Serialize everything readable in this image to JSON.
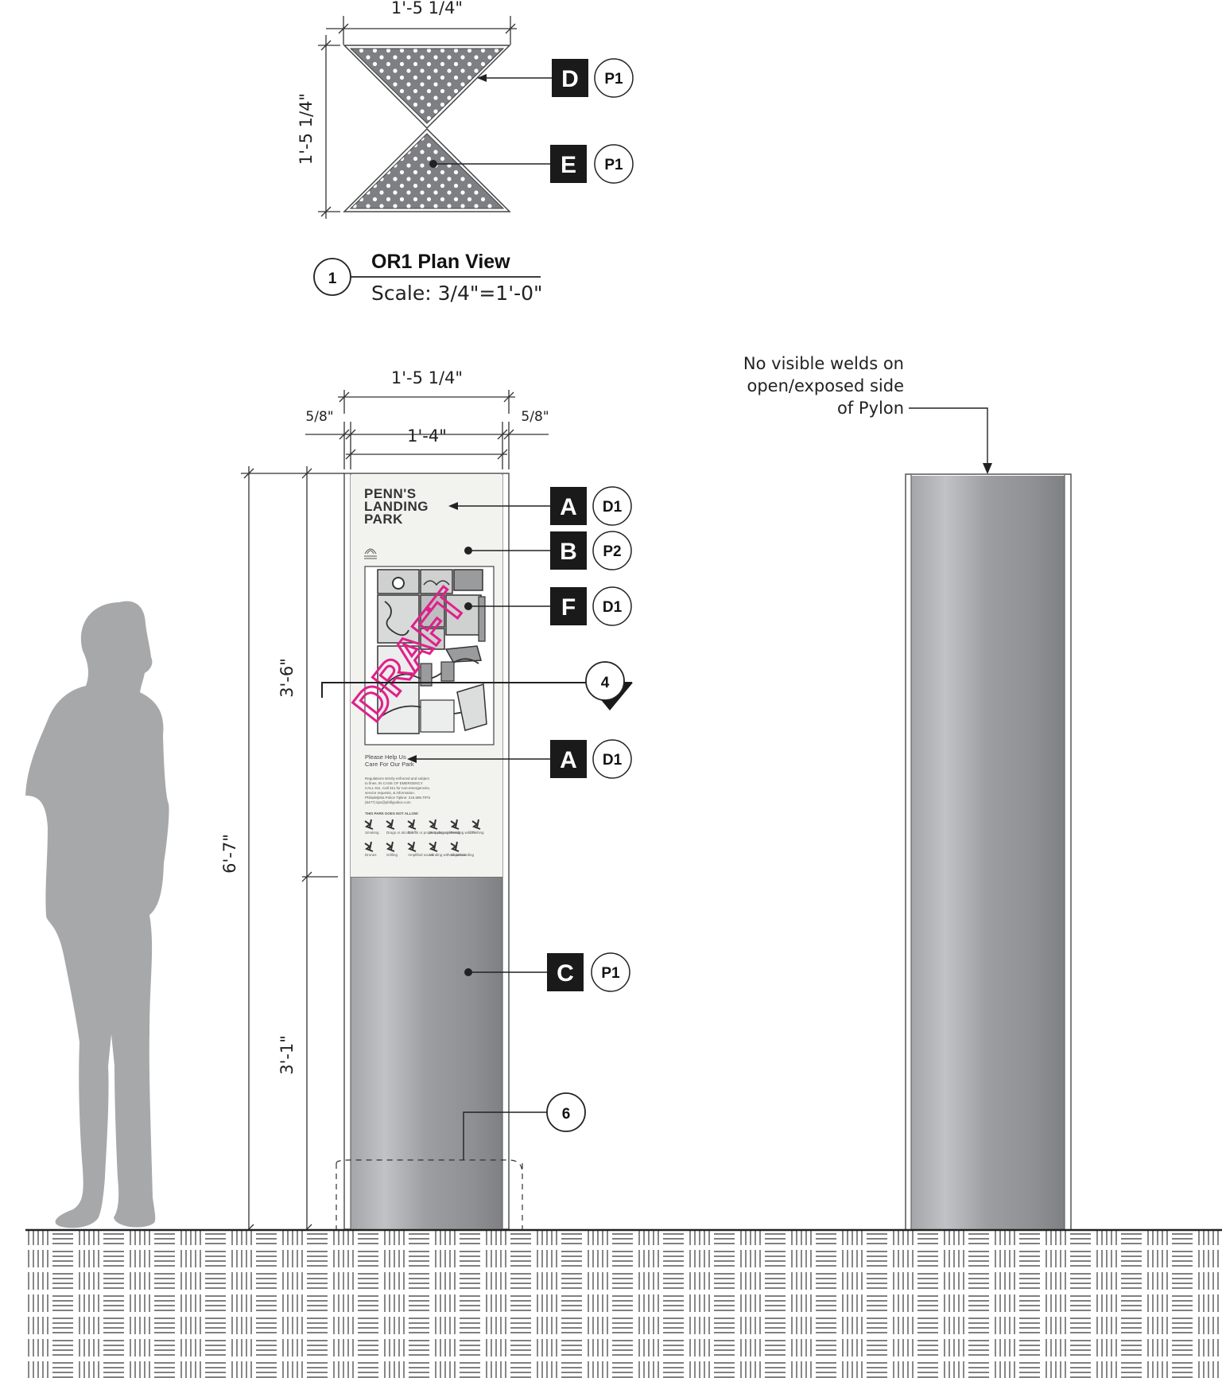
{
  "plan_view": {
    "dim_width": "1'-5 1/4\"",
    "dim_height": "1'-5 1/4\"",
    "callouts": [
      {
        "tag": "D",
        "circle": "P1"
      },
      {
        "tag": "E",
        "circle": "P1"
      }
    ],
    "title_number": "1",
    "title": "OR1 Plan View",
    "scale": "Scale: 3/4\"=1'-0\""
  },
  "elevation": {
    "dim_overall_width": "1'-5 1/4\"",
    "dim_inner_width": "1'-4\"",
    "dim_left_reveal": "5/8\"",
    "dim_right_reveal": "5/8\"",
    "dim_total_height": "6'-7\"",
    "dim_panel_height": "3'-6\"",
    "dim_base_height": "3'-1\"",
    "section_marker": "4",
    "detail_marker": "6",
    "callouts": [
      {
        "tag": "A",
        "circle": "D1"
      },
      {
        "tag": "B",
        "circle": "P2"
      },
      {
        "tag": "F",
        "circle": "D1"
      },
      {
        "tag": "A",
        "circle": "D1"
      },
      {
        "tag": "C",
        "circle": "P1"
      }
    ],
    "draft_stamp": "DRAFT"
  },
  "sign_panel": {
    "heading_lines": [
      "PENN'S",
      "LANDING",
      "PARK"
    ],
    "help_lines": [
      "Please Help Us",
      "Care For Our Park"
    ],
    "regulations_lines": [
      "Regulations strictly enforced and subject",
      "to fines. IN CASE OF EMERGENCY",
      "CALL 911. Call 311 for non-emergencies,",
      "service requests, & information.",
      "Philadelphia Police Tipline: 215.686.TIPS",
      "(8477) tips@phillypolice.com"
    ],
    "not_allow_heading": "THIS PARK DOES NOT ALLOW:",
    "not_allow_row1": [
      "Smoking",
      "Drugs or alcohol",
      "Graffiti or property damage",
      "Dumping or littering",
      "Feeding wildlife",
      "Fishing"
    ],
    "not_allow_row2": [
      "Drones",
      "Grilling",
      "Amplified sound",
      "Vending without permit",
      "Skateboarding"
    ]
  },
  "side_view": {
    "note_lines": [
      "No visible welds on",
      "open/exposed side",
      "of Pylon"
    ]
  },
  "colors": {
    "tag_fill": "#1a1a1a",
    "pylon_light": "#b4b6b9",
    "pylon_dark": "#8a8c90",
    "figure": "#a7a8aa",
    "draft": "#e0208a"
  }
}
